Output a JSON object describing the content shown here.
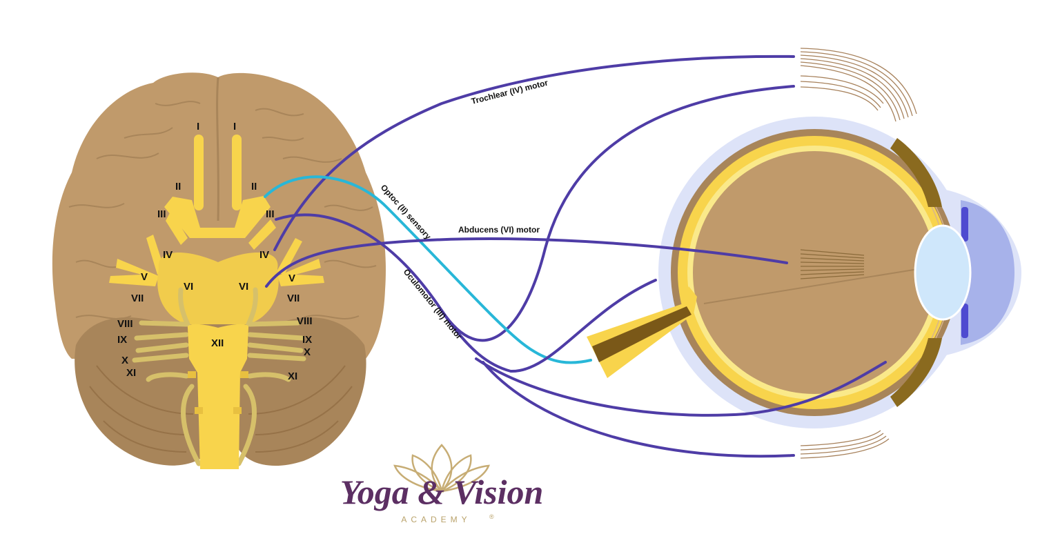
{
  "colors": {
    "brain": "#c09a6b",
    "brain_dark": "#a8855a",
    "nerve_yellow": "#f8d44c",
    "nerve_olive": "#d6c06a",
    "motor_purple": "#4e3ca6",
    "sensory_cyan": "#28b7d8",
    "eye_halo": "#dde3f8",
    "logo_purple": "#5c2f63",
    "logo_gold": "#c7ad75"
  },
  "labels": {
    "trochlear": "Trochlear (IV) motor",
    "optic": "Optoc (II) sensory",
    "abducens": "Abducens (VI) motor",
    "oculomotor": "Oculomotor (III) motor"
  },
  "roman": {
    "L_I": "I",
    "R_I": "I",
    "L_II": "II",
    "R_II": "II",
    "L_III": "III",
    "R_III": "III",
    "L_IV": "IV",
    "R_IV": "IV",
    "L_V": "V",
    "R_V": "V",
    "L_VI": "VI",
    "R_VI": "VI",
    "L_VII": "VII",
    "R_VII": "VII",
    "L_VIII": "VIII",
    "R_VIII": "VIII",
    "L_IX": "IX",
    "R_IX": "IX",
    "L_X": "X",
    "R_X": "X",
    "L_XI": "XI",
    "R_XI": "XI",
    "XII": "XII"
  },
  "logo": {
    "title": "Yoga & Vision",
    "subtitle": "ACADEMY",
    "registered": "®"
  }
}
